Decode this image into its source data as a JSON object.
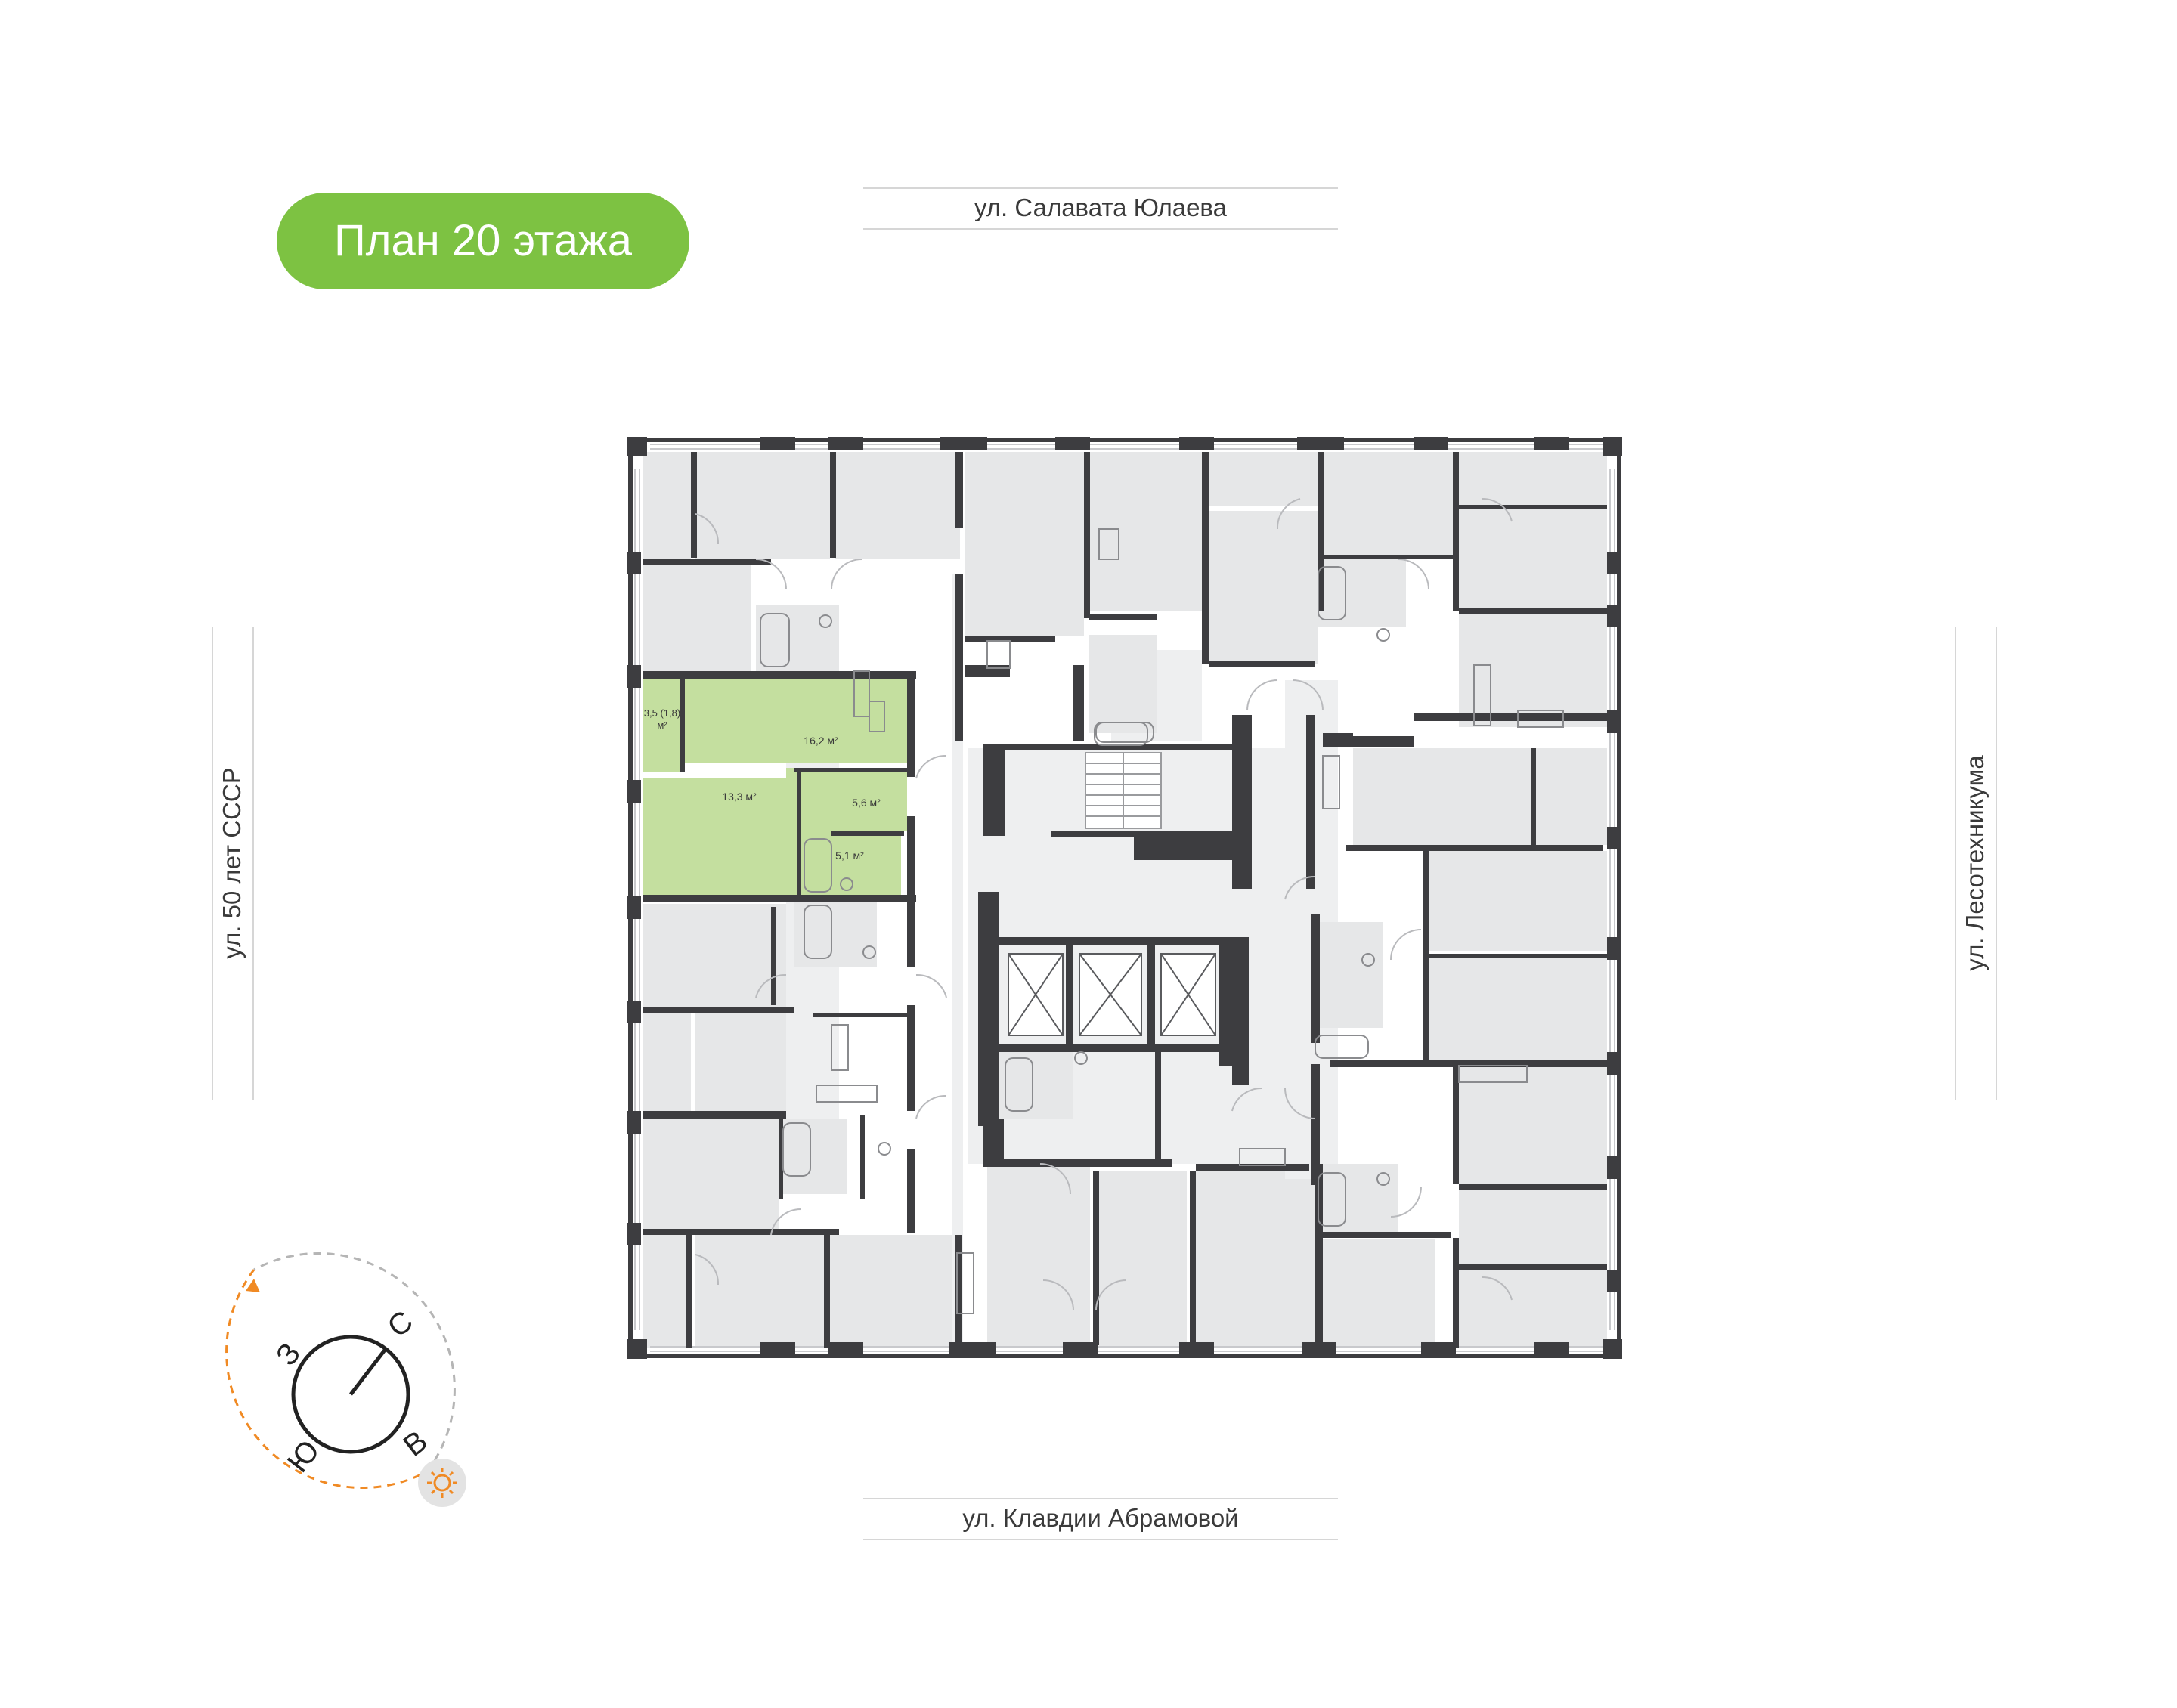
{
  "title": "План 20 этажа",
  "streets": {
    "north": "ул. Салавата Юлаева",
    "south": "ул. Клавдии Абрамовой",
    "west": "ул. 50 лет СССР",
    "east": "ул. Лесотехникума"
  },
  "compass": {
    "n": "С",
    "e": "В",
    "s": "Ю",
    "w": "З"
  },
  "apartment": {
    "rooms": [
      {
        "id": "loggia",
        "label": "3,5 (1,8)",
        "label2": "м²"
      },
      {
        "id": "kitchen",
        "label": "16,2  м²"
      },
      {
        "id": "bedroom",
        "label": "13,3  м²"
      },
      {
        "id": "hall",
        "label": "5,6  м²"
      },
      {
        "id": "bath",
        "label": "5,1  м²"
      }
    ]
  },
  "colors": {
    "accent": "#7dc242",
    "highlight": "#c4df9f",
    "room_fill": "#e6e7e8",
    "wall": "#3d3d40",
    "sun": "#f08a24"
  }
}
